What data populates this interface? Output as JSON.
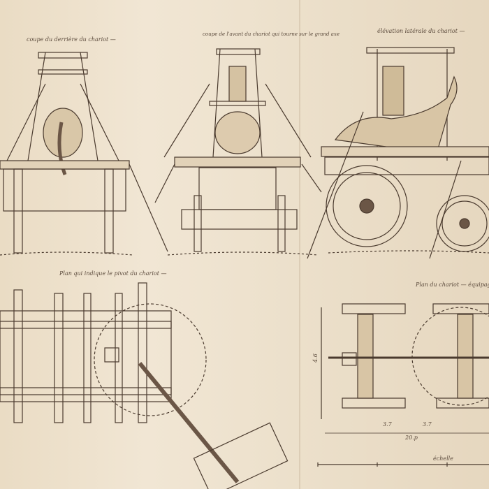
{
  "captions": {
    "rear_section": "coupe du derrière du chariot —",
    "front_section": "coupe de l'avant du chariot qui tourne sur le grand axe",
    "side_elevation": "élévation latérale du chariot —",
    "plan_pivot": "Plan qui indique le pivot du chariot —",
    "plan_chariot": "Plan du chariot — équipage",
    "scale": "échelle"
  },
  "dimensions": [
    "4.6",
    "3.7",
    "3.7",
    "20.p"
  ],
  "colors": {
    "paper": "#efe3cf",
    "ink": "#4a3a2e"
  }
}
